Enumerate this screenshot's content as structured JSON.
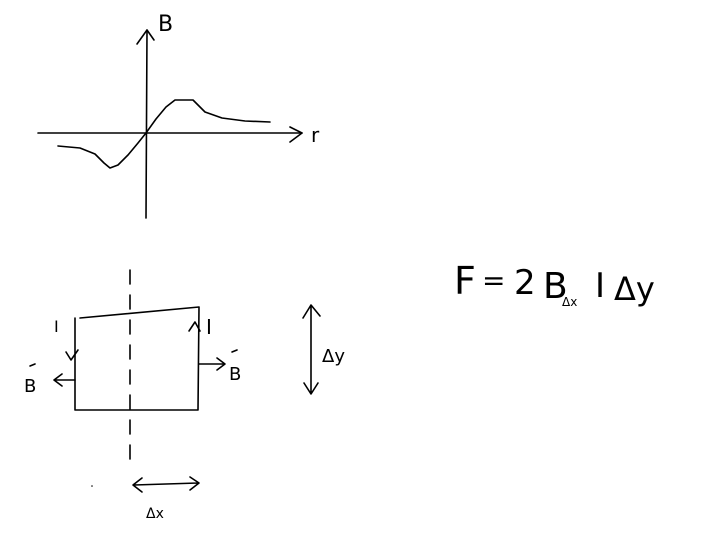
{
  "graph": {
    "y_axis_label": "B",
    "x_axis_label": "r"
  },
  "loop": {
    "current_label_left": "I",
    "current_label_right": "I",
    "field_label_left": "B",
    "field_label_right": "B",
    "height_label": "Δy",
    "width_label": "Δx"
  },
  "equation": {
    "lhs": "F",
    "equals": "=",
    "factor": "2",
    "field": "B",
    "field_subscript": "Δx",
    "current": "I",
    "length": "Δy"
  }
}
